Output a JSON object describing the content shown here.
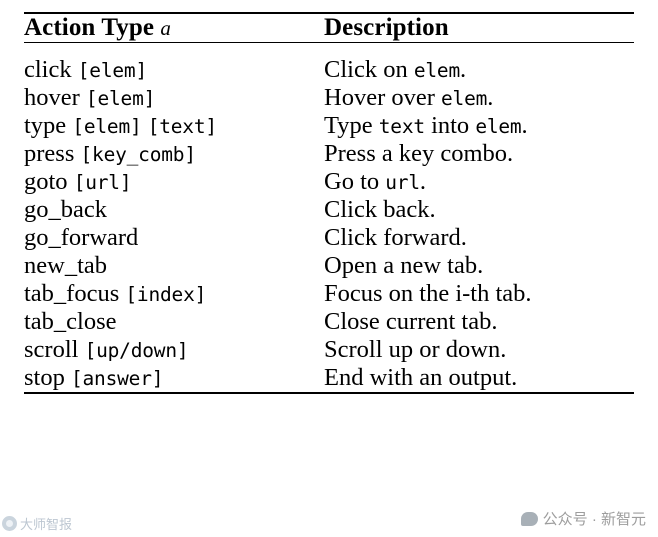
{
  "table": {
    "headers": {
      "action_type": "Action Type",
      "action_type_var": "a",
      "description": "Description"
    },
    "rows": [
      {
        "action_parts": [
          {
            "text": "click ",
            "mono": false
          },
          {
            "text": "[elem]",
            "mono": true
          }
        ],
        "desc_parts": [
          {
            "text": "Click on ",
            "mono": false
          },
          {
            "text": "elem",
            "mono": true
          },
          {
            "text": ".",
            "mono": false
          }
        ]
      },
      {
        "action_parts": [
          {
            "text": "hover ",
            "mono": false
          },
          {
            "text": "[elem]",
            "mono": true
          }
        ],
        "desc_parts": [
          {
            "text": "Hover over ",
            "mono": false
          },
          {
            "text": "elem",
            "mono": true
          },
          {
            "text": ".",
            "mono": false
          }
        ]
      },
      {
        "action_parts": [
          {
            "text": "type ",
            "mono": false
          },
          {
            "text": "[elem]",
            "mono": true
          },
          {
            "text": " ",
            "mono": false
          },
          {
            "text": "[text]",
            "mono": true
          }
        ],
        "desc_parts": [
          {
            "text": "Type ",
            "mono": false
          },
          {
            "text": "text",
            "mono": true
          },
          {
            "text": " into ",
            "mono": false
          },
          {
            "text": "elem",
            "mono": true
          },
          {
            "text": ".",
            "mono": false
          }
        ]
      },
      {
        "action_parts": [
          {
            "text": "press ",
            "mono": false
          },
          {
            "text": "[key_comb]",
            "mono": true
          }
        ],
        "desc_parts": [
          {
            "text": "Press a key combo.",
            "mono": false
          }
        ]
      },
      {
        "action_parts": [
          {
            "text": "goto ",
            "mono": false
          },
          {
            "text": "[url]",
            "mono": true
          }
        ],
        "desc_parts": [
          {
            "text": "Go to ",
            "mono": false
          },
          {
            "text": "url",
            "mono": true
          },
          {
            "text": ".",
            "mono": false
          }
        ]
      },
      {
        "action_parts": [
          {
            "text": "go_back",
            "mono": false
          }
        ],
        "desc_parts": [
          {
            "text": "Click back.",
            "mono": false
          }
        ]
      },
      {
        "action_parts": [
          {
            "text": "go_forward",
            "mono": false
          }
        ],
        "desc_parts": [
          {
            "text": "Click forward.",
            "mono": false
          }
        ]
      },
      {
        "action_parts": [
          {
            "text": "new_tab",
            "mono": false
          }
        ],
        "desc_parts": [
          {
            "text": "Open a new tab.",
            "mono": false
          }
        ]
      },
      {
        "action_parts": [
          {
            "text": "tab_focus ",
            "mono": false
          },
          {
            "text": "[index]",
            "mono": true
          }
        ],
        "desc_parts": [
          {
            "text": "Focus on the i-th tab.",
            "mono": false
          }
        ]
      },
      {
        "action_parts": [
          {
            "text": "tab_close",
            "mono": false
          }
        ],
        "desc_parts": [
          {
            "text": "Close current tab.",
            "mono": false
          }
        ]
      },
      {
        "action_parts": [
          {
            "text": "scroll ",
            "mono": false
          },
          {
            "text": "[up/down]",
            "mono": true
          }
        ],
        "desc_parts": [
          {
            "text": "Scroll up or down.",
            "mono": false
          }
        ]
      },
      {
        "action_parts": [
          {
            "text": "stop ",
            "mono": false
          },
          {
            "text": "[answer]",
            "mono": true
          }
        ],
        "desc_parts": [
          {
            "text": "End with an output.",
            "mono": false
          }
        ]
      }
    ]
  },
  "watermarks": {
    "left_text": "大师智报",
    "right_text": "公众号 · 新智元"
  }
}
